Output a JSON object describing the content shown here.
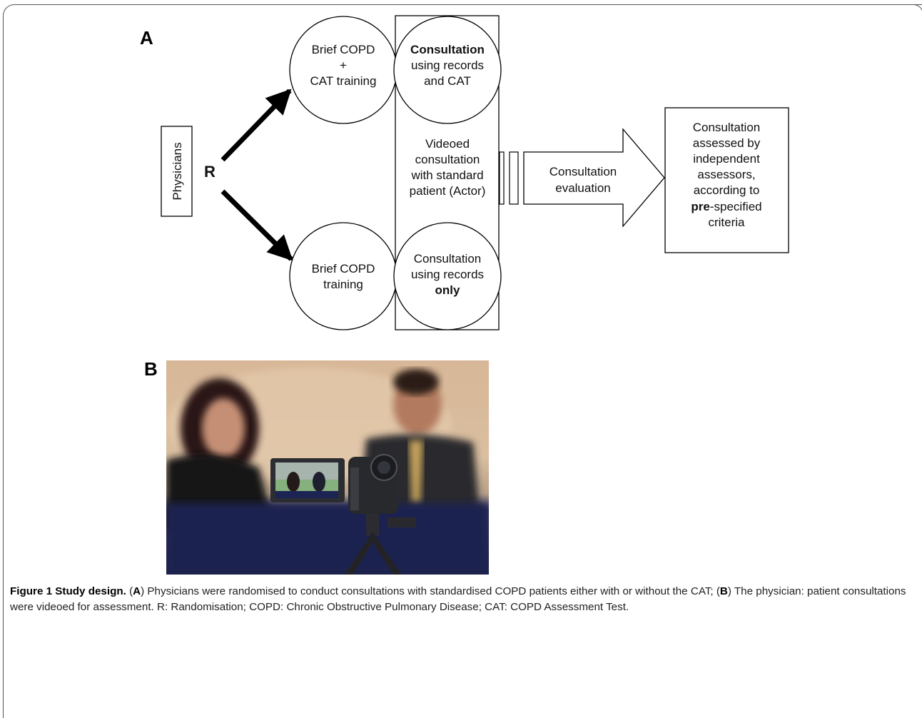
{
  "panels": {
    "a": "A",
    "b": "B"
  },
  "diagram": {
    "physicians": "Physicians",
    "randomise": "R",
    "arm1_training": [
      "Brief COPD",
      "+",
      "CAT training"
    ],
    "arm1_consult_bold": "Consultation",
    "arm1_consult": [
      "using records",
      "and CAT"
    ],
    "arm2_training": [
      "Brief COPD",
      "training"
    ],
    "arm2_consult": [
      "Consultation",
      "using records"
    ],
    "arm2_consult_bold": "only",
    "video": [
      "Videoed",
      "consultation",
      "with standard",
      "patient (Actor)"
    ],
    "evaluation": [
      "Consultation",
      "evaluation"
    ],
    "assessment": [
      "Consultation",
      "assessed by",
      "independent",
      "assessors,",
      "according to"
    ],
    "assessment_bold": "pre",
    "assessment_rest": "-specified",
    "assessment_last": "criteria"
  },
  "photo": {
    "description_icon": "camcorder-recording-consultation"
  },
  "caption": {
    "label": "Figure 1 Study design.",
    "p1": " (",
    "a": "A",
    "p2": ") Physicians were randomised to conduct consultations with standardised COPD patients either with or without the CAT; (",
    "b": "B",
    "p3": ") The physician: patient consultations were videoed for assessment. R: Randomisation; COPD: Chronic Obstructive Pulmonary Disease; CAT: COPD Assessment Test."
  }
}
